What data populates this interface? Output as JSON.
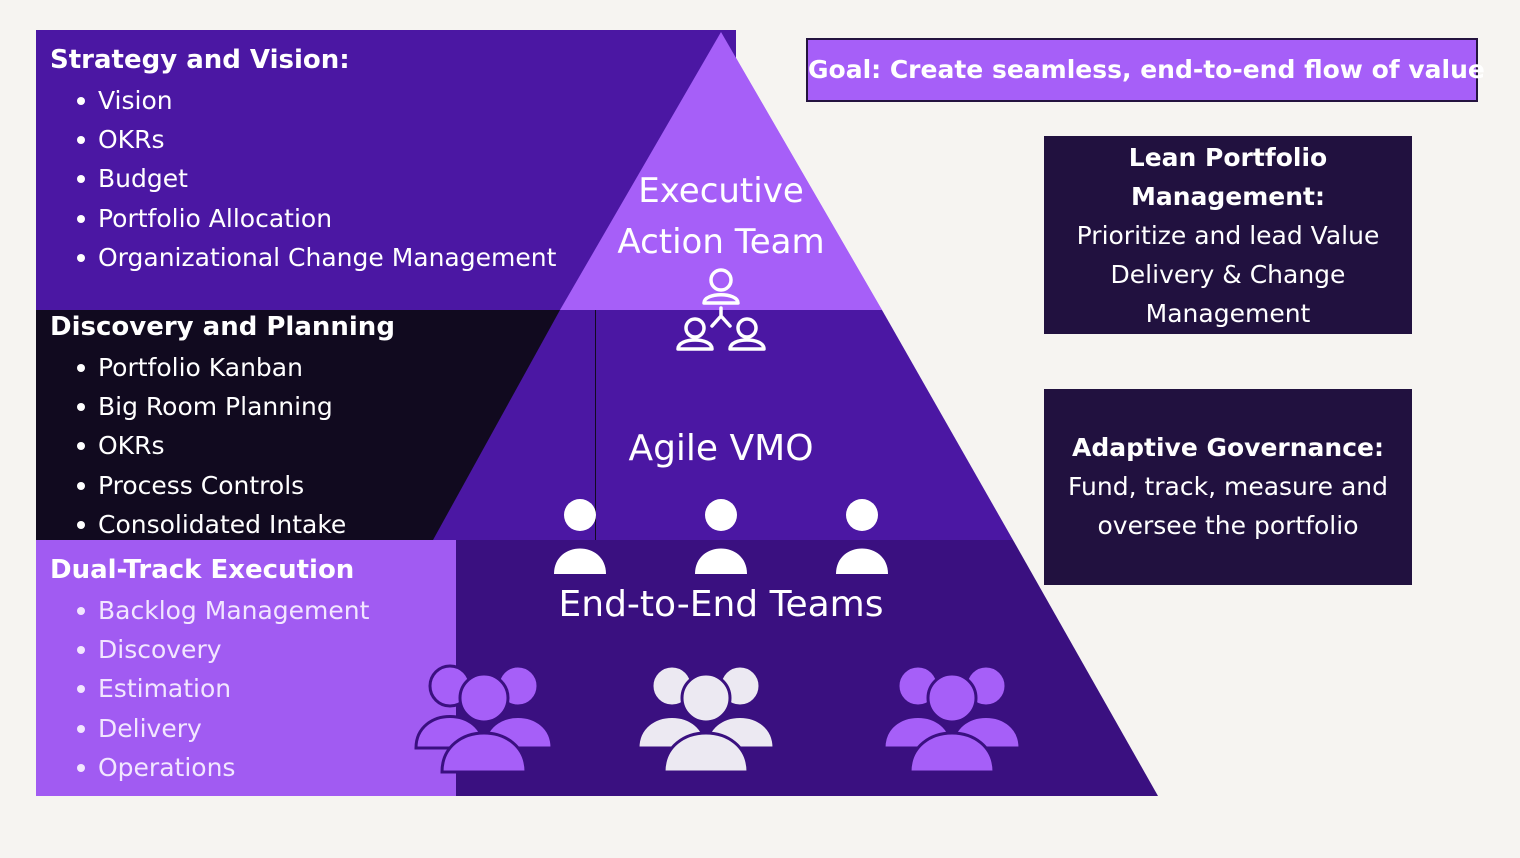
{
  "pyramid": {
    "executive_line1": "Executive",
    "executive_line2": "Action Team",
    "vmo": "Agile VMO",
    "teams": "End-to-End Teams"
  },
  "left_panels": {
    "strategy": {
      "heading": "Strategy and Vision:",
      "items": [
        "Vision",
        "OKRs",
        "Budget",
        "Portfolio Allocation",
        "Organizational Change Management"
      ]
    },
    "discovery": {
      "heading": "Discovery and Planning",
      "items": [
        "Portfolio Kanban",
        "Big Room Planning",
        "OKRs",
        "Process Controls",
        "Consolidated Intake"
      ]
    },
    "dual_track": {
      "heading": "Dual-Track Execution",
      "items": [
        "Backlog Management",
        "Discovery",
        "Estimation",
        "Delivery",
        "Operations"
      ]
    }
  },
  "goal": "Goal: Create seamless, end-to-end flow of value",
  "lean_portfolio": {
    "title_line1": "Lean Portfolio",
    "title_line2": "Management:",
    "body_line1": "Prioritize and lead Value",
    "body_line2": "Delivery & Change",
    "body_line3": "Management"
  },
  "governance": {
    "title": "Adaptive Governance:",
    "body_line1": "Fund, track, measure and",
    "body_line2": "oversee the portfolio"
  },
  "colors": {
    "background": "#f6f4f1",
    "pyramid_top": "#a65ff8",
    "pyramid_middle": "#4b17a3",
    "pyramid_bottom": "#3a1080",
    "discovery_panel": "#110a1f",
    "dual_panel": "#a15bf2",
    "side_box": "#21113f"
  },
  "icons": {
    "executive": "org-chart-people-icon",
    "vmo": "single-person-icon",
    "teams": "group-people-icon"
  }
}
